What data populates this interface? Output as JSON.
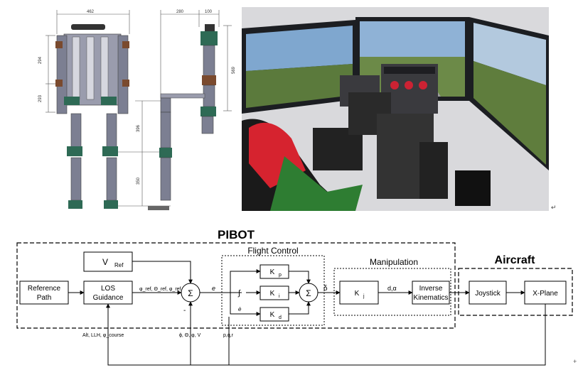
{
  "drawing": {
    "dims": [
      "462",
      "280",
      "100",
      "294",
      "293",
      "569",
      "396",
      "350"
    ]
  },
  "photo": {
    "alt": "Flight simulator cockpit with robot pilot",
    "mark": "↵"
  },
  "diagram": {
    "pibot_title": "PIBOT",
    "flight_control_title": "Flight Control",
    "manipulation_title": "Manipulation",
    "aircraft_title": "Aircraft",
    "blocks": {
      "reference_path": [
        "Reference",
        "Path"
      ],
      "vref": "V",
      "vref_sub": "Ref",
      "los_guidance": [
        "LOS",
        "Guidance"
      ],
      "sum1": "Σ",
      "kp": "K",
      "kp_sub": "p",
      "ki": "K",
      "ki_sub": "i",
      "kd": "K",
      "kd_sub": "d",
      "sum2": "Σ",
      "kj": "K",
      "kj_sub": "j",
      "inverse_kinematics": [
        "Inverse",
        "Kinematics"
      ],
      "joystick": "Joystick",
      "xplane": "X-Plane"
    },
    "signals": {
      "ref_out": "φ_ref, Θ_ref, φ_ref",
      "minus": "-",
      "e": "e",
      "integral": "∫",
      "ep": "ė",
      "delta": "δ",
      "d_alpha": "d,α",
      "fb1": "Alt, LLH, φ_course",
      "fb2": "ϕ, Θ, φ, V",
      "fb3": "p,q,r"
    },
    "corner_mark": "+"
  }
}
